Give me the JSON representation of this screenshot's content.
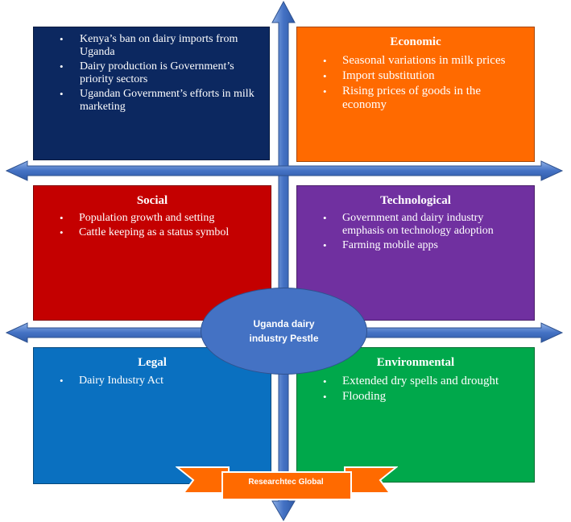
{
  "colors": {
    "arrow": "#4472c4",
    "political": "#0c2860",
    "economic": "#ff6a00",
    "social": "#c40000",
    "technological": "#7030a0",
    "legal": "#0a70c0",
    "environmental": "#00a84b",
    "banner": "#ff6a00"
  },
  "center": {
    "label": "Uganda dairy industry Pestle"
  },
  "banner": {
    "label": "Researchtec Global"
  },
  "quadrants": {
    "political": {
      "title": "",
      "items": [
        "Kenya’s ban on dairy imports from Uganda",
        "Dairy production is Government’s priority sectors",
        "Ugandan Government’s efforts in milk marketing"
      ]
    },
    "economic": {
      "title": "Economic",
      "items": [
        "Seasonal variations in milk prices",
        "Import substitution",
        "Rising prices of goods in the economy"
      ]
    },
    "social": {
      "title": "Social",
      "items": [
        "Population growth and setting",
        "Cattle keeping as a status symbol"
      ]
    },
    "technological": {
      "title": "Technological",
      "items": [
        "Government and dairy industry emphasis on technology adoption",
        "Farming mobile apps"
      ]
    },
    "legal": {
      "title": "Legal",
      "items": [
        "Dairy Industry Act"
      ]
    },
    "environmental": {
      "title": "Environmental",
      "items": [
        "Extended dry spells and drought",
        "Flooding"
      ]
    }
  }
}
